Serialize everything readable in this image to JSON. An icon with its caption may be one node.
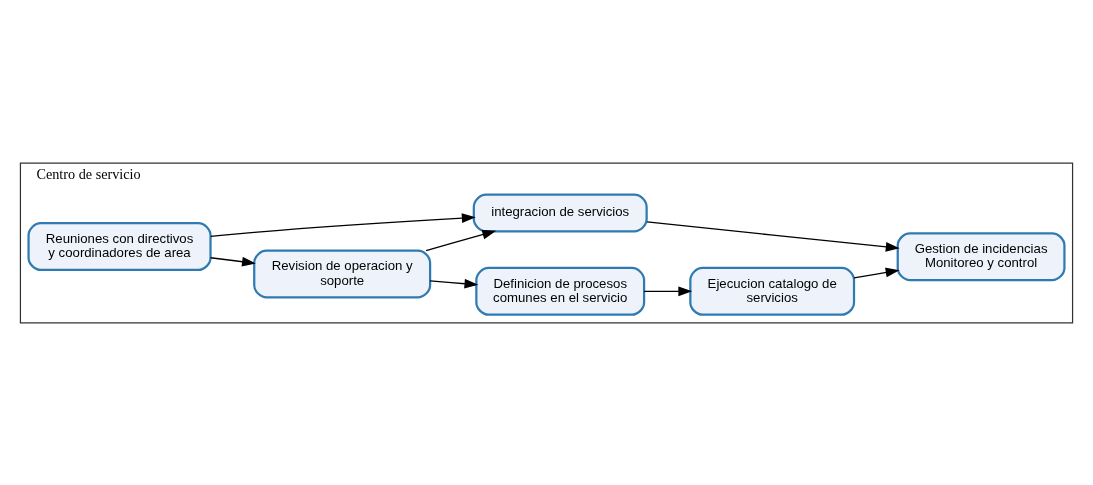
{
  "diagram": {
    "nodes": [
      {
        "text": [
          "Centro de servicio"
        ]
      },
      {
        "text": [
          "Reuniones con directivos y coordinadores de area"
        ],
        "in": 0
      },
      {
        "text": [
          "Revision de operacion y soporte"
        ],
        "in": 0
      },
      {
        "text": [
          "Definicion de procesos comunes en el servicio"
        ],
        "in": 0
      },
      {
        "text": [
          "integracion de servicios"
        ],
        "in": 0
      },
      {
        "text": [
          "Ejecucion catalogo de servicios"
        ],
        "in": 0
      },
      {
        "text": [
          "Gestion de incidencias Monitoreo y control"
        ],
        "in": 0
      }
    ],
    "edges": [
      {
        "from": 1,
        "to": 2,
        "arrow": "to"
      },
      {
        "from": 2,
        "to": 3,
        "arrow": "to"
      },
      {
        "from": 1,
        "to": 4,
        "arrow": "to"
      },
      {
        "from": 2,
        "to": 4,
        "arrow": "to"
      },
      {
        "from": 3,
        "to": 5,
        "arrow": "to"
      },
      {
        "from": 4,
        "to": 6,
        "arrow": "to"
      },
      {
        "from": 5,
        "to": 6,
        "arrow": "to"
      }
    ]
  }
}
